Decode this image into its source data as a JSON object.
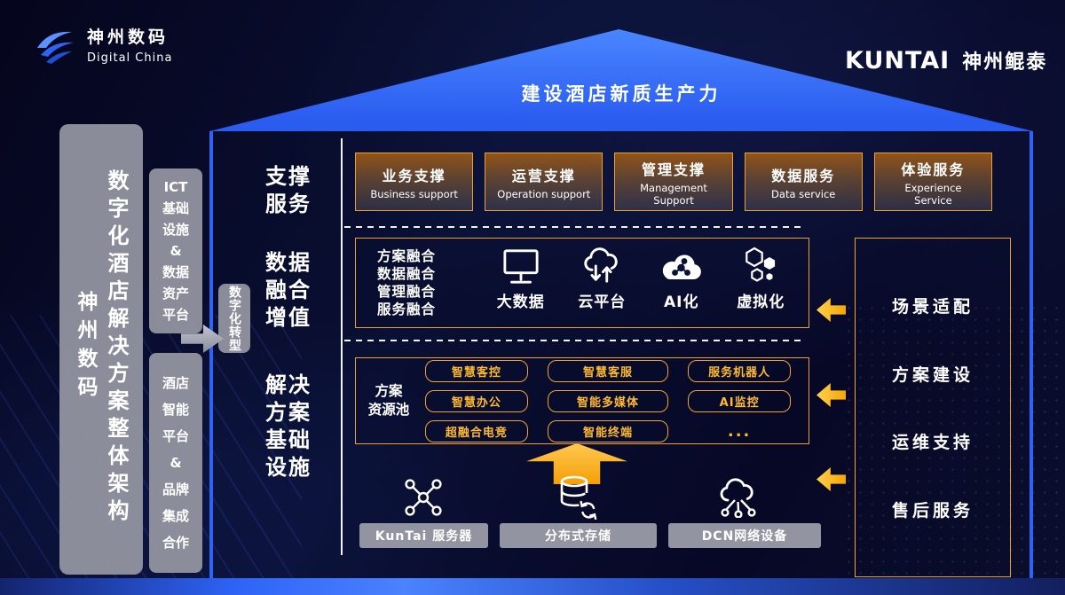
{
  "colors": {
    "accent_blue": "#2e63f6",
    "accent_orange": "#f0a431",
    "pill_text": "#ffb92e",
    "arrow_yellow": "#f7a600",
    "panel_gray": "#9697a2"
  },
  "header": {
    "digital_china_cn": "神州数码",
    "digital_china_en": "Digital China",
    "digital_china_icon": "swoosh-icon",
    "kuntai_latin": "KUNTAI",
    "kuntai_cn": "神州鲲泰"
  },
  "roof_title": "建设酒店新质生产力",
  "left_column": {
    "brand_vertical": "神州数码",
    "architecture_title": "数字化酒店解决方案整体架构",
    "ict_platform": "ICT\n基础\n设施\n&\n数据\n资产\n平台",
    "hotel_platform": "酒店\n智能\n平台\n&\n品牌\n集成\n合作",
    "digital_transformation": "数字化转型"
  },
  "support_row": {
    "label": "支撑\n服务",
    "items": [
      {
        "cn": "业务支撑",
        "en": "Business support"
      },
      {
        "cn": "运营支撑",
        "en": "Operation support"
      },
      {
        "cn": "管理支撑",
        "en": "Management\nSupport"
      },
      {
        "cn": "数据服务",
        "en": "Data service"
      },
      {
        "cn": "体验服务",
        "en": "Experience\nService"
      }
    ]
  },
  "fusion_row": {
    "label": "数据\n融合\n增值",
    "fusions": [
      "方案融合",
      "数据融合",
      "管理融合",
      "服务融合"
    ],
    "techs": [
      {
        "label": "大数据",
        "icon": "monitor-icon"
      },
      {
        "label": "云平台",
        "icon": "cloud-transfer-icon"
      },
      {
        "label": "AI化",
        "icon": "cloud-ai-icon"
      },
      {
        "label": "虚拟化",
        "icon": "hexagon-cluster-icon"
      }
    ]
  },
  "solution_row": {
    "label": "解决\n方案\n基础\n设施",
    "pool_label": "方案\n资源池",
    "pills": [
      [
        "智慧客控",
        "智慧客服",
        "服务机器人"
      ],
      [
        "智慧办公",
        "智能多媒体",
        "AI监控"
      ],
      [
        "超融合电竞",
        "智能终端",
        "..."
      ]
    ]
  },
  "infra_row": {
    "items": [
      {
        "label": "KunTai 服务器",
        "icon": "server-cluster-icon"
      },
      {
        "label": "分布式存储",
        "icon": "distributed-storage-icon"
      },
      {
        "label": "DCN网络设备",
        "icon": "network-device-icon"
      }
    ]
  },
  "right_panel": {
    "items": [
      "场景适配",
      "方案建设",
      "运维支持",
      "售后服务"
    ]
  }
}
